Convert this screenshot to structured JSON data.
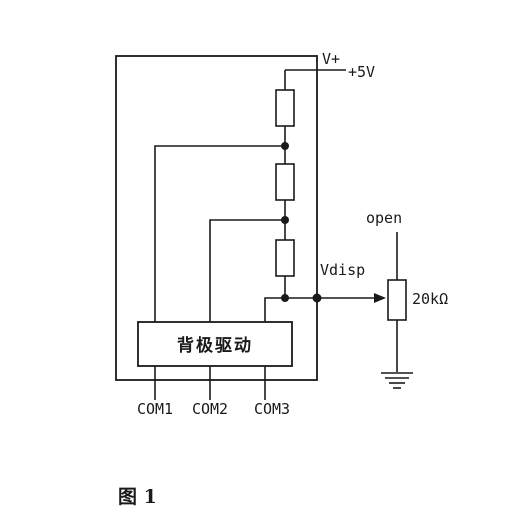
{
  "diagram": {
    "labels": {
      "v_plus": "V+",
      "supply": "+5V",
      "open": "open",
      "vdisp": "Vdisp",
      "pot_value": "20kΩ",
      "driver_block": "背极驱动",
      "com1": "COM1",
      "com2": "COM2",
      "com3": "COM3"
    },
    "caption": "图 1"
  }
}
